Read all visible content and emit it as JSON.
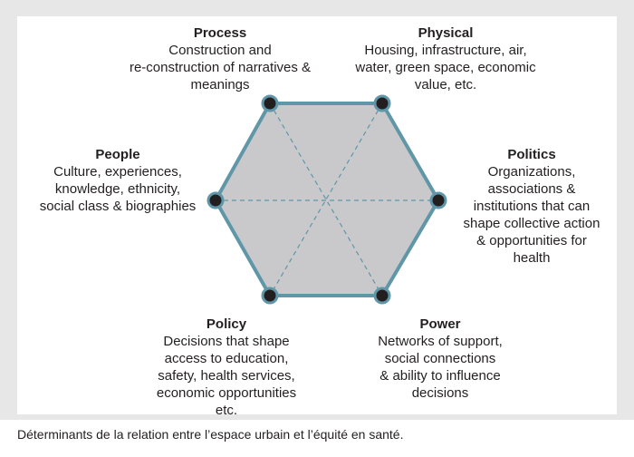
{
  "colors": {
    "background_panel": "#e7e7e8",
    "hexagon_fill": "#c9c9cb",
    "hexagon_stroke": "#5f97a8",
    "node_fill": "#231f20",
    "node_stroke": "#5f97a8",
    "text": "#231f20"
  },
  "nodes": {
    "process": {
      "title": "Process",
      "body": "Construction and\nre-construction of narratives &\nmeanings"
    },
    "physical": {
      "title": "Physical",
      "body": "Housing, infrastructure, air,\nwater, green space, economic\nvalue, etc."
    },
    "people": {
      "title": "People",
      "body": "Culture, experiences,\nknowledge, ethnicity,\nsocial class & biographies"
    },
    "politics": {
      "title": "Politics",
      "body": "Organizations,\nassociations &\ninstitutions that can\nshape collective action\n& opportunities for\nhealth"
    },
    "policy": {
      "title": "Policy",
      "body": "Decisions that shape\naccess to education,\nsafety, health services,\neconomic opportunities\netc."
    },
    "power": {
      "title": "Power",
      "body": "Networks of support,\nsocial connections\n& ability to influence\ndecisions"
    }
  },
  "caption": "Déterminants de la relation entre l’espace urbain et l’équité en santé."
}
